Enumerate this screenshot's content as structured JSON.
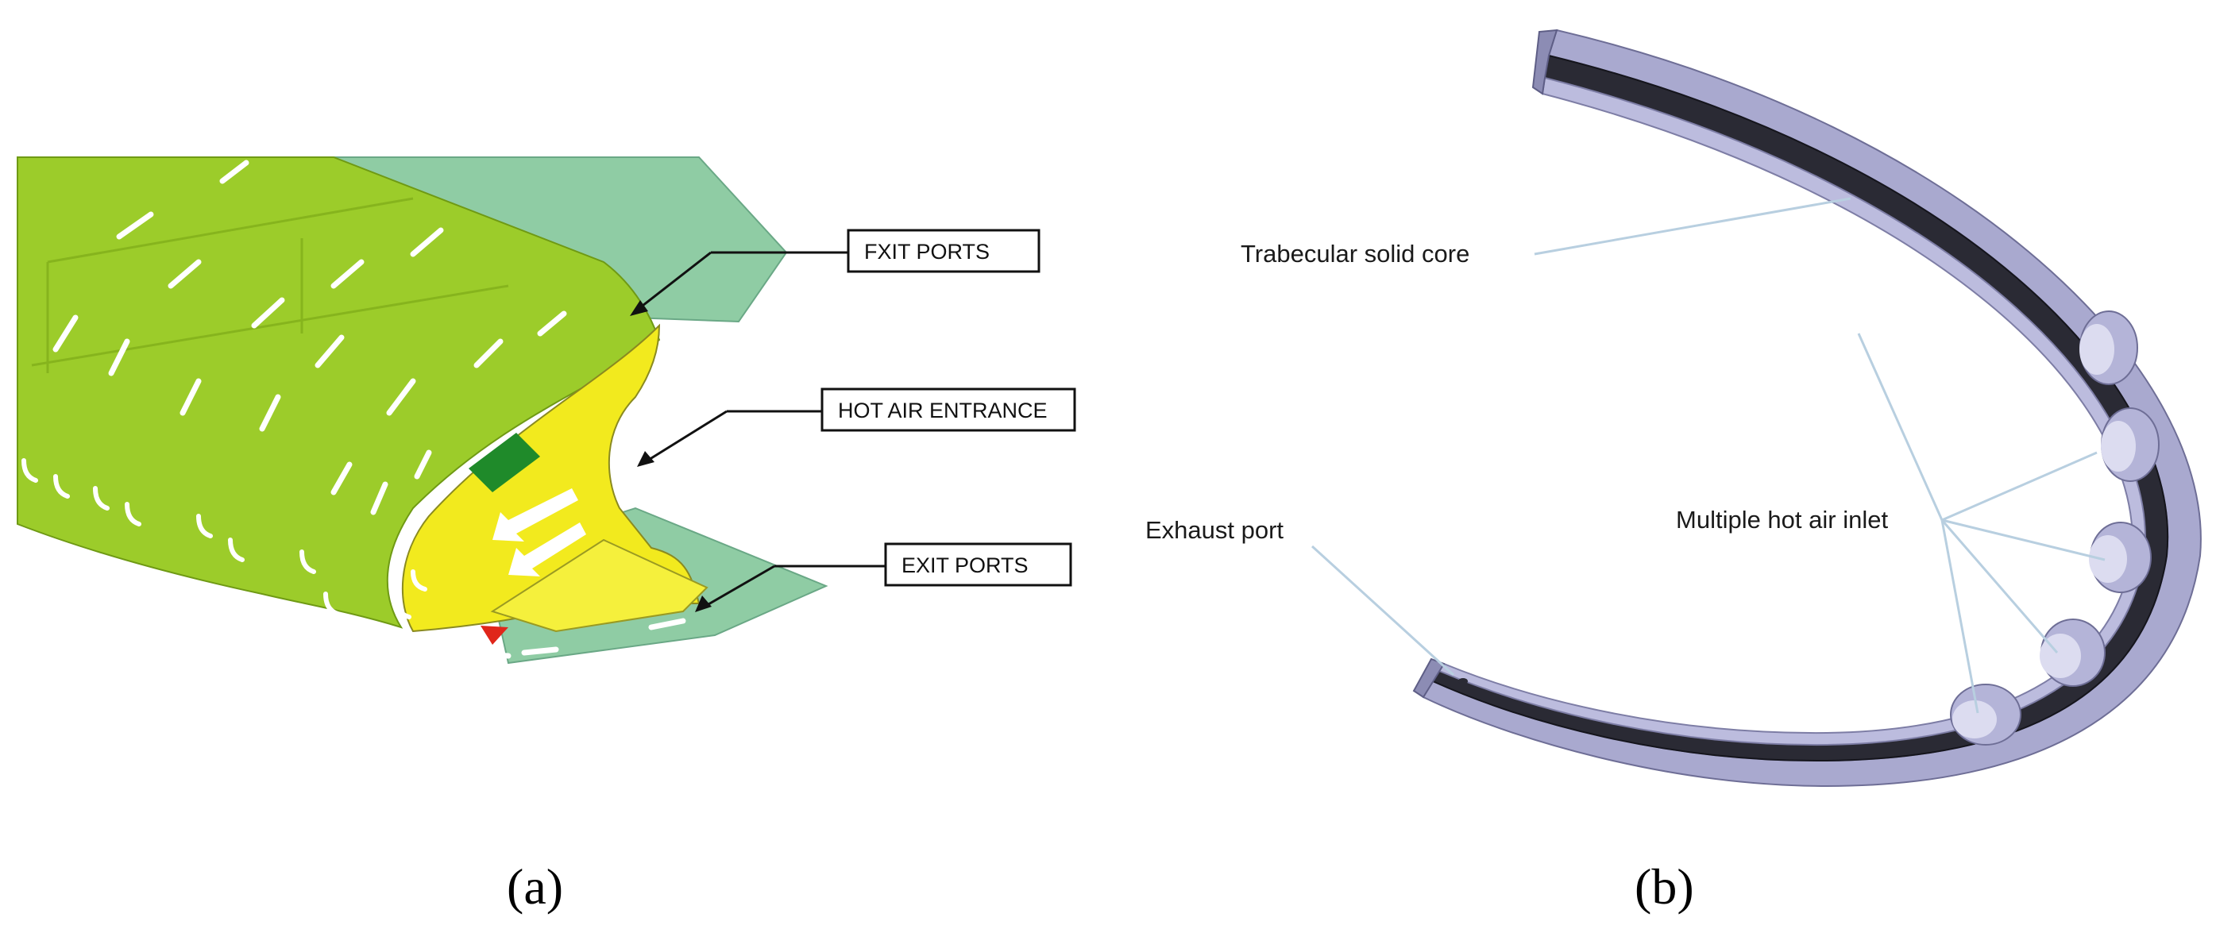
{
  "panel_a": {
    "label": "(a)",
    "callouts": {
      "exit_ports_top": "FXIT PORTS",
      "hot_air_entrance": "HOT AIR ENTRANCE",
      "exit_ports_bottom": "EXIT PORTS"
    },
    "colors": {
      "skin_green": "#9ccc2a",
      "trailing_surface": "#8fcca4",
      "inner_yellow": "#f2ea1e",
      "arrow_white": "#ffffff",
      "red_marker": "#e0261a"
    }
  },
  "panel_b": {
    "label": "(b)",
    "annotations": {
      "core": "Trabecular solid core",
      "exhaust": "Exhaust port",
      "inlets": "Multiple hot air inlet"
    },
    "colors": {
      "shell": "#a9a9cf",
      "core_dark": "#2a2a34",
      "leader_line": "#b8cfe0"
    }
  }
}
